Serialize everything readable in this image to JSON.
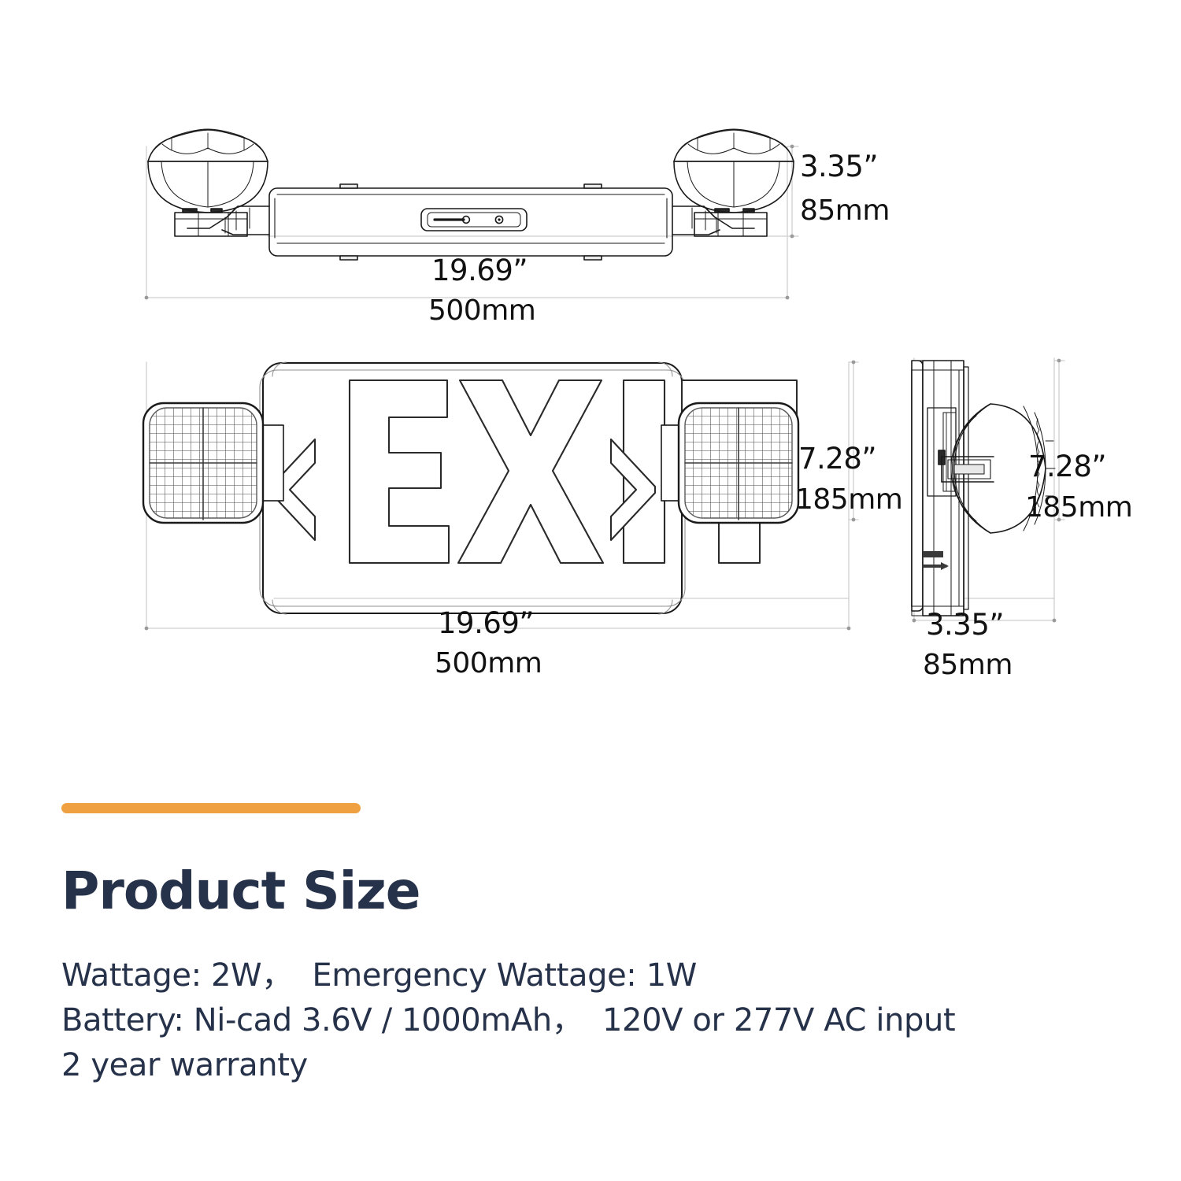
{
  "document": {
    "kind": "product-dimension-sheet",
    "product": "LED Exit Sign Combo Emergency Light"
  },
  "views": {
    "top": {
      "name": "top-view",
      "height_dim": {
        "inch": "3.35”",
        "mm": "85mm"
      },
      "width_dim": {
        "inch": "19.69”",
        "mm": "500mm"
      }
    },
    "front": {
      "name": "front-view",
      "sign_text": "EXIT",
      "left_arrow": "chevron-left",
      "right_arrow": "chevron-right",
      "height_dim": {
        "inch": "7.28”",
        "mm": "185mm"
      },
      "width_dim": {
        "inch": "19.69”",
        "mm": "500mm"
      }
    },
    "side": {
      "name": "side-view",
      "height_dim": {
        "inch": "7.28”",
        "mm": "185mm"
      },
      "depth_dim": {
        "inch": "3.35”",
        "mm": "85mm"
      }
    }
  },
  "info": {
    "title": "Product Size",
    "accent_color": "#efa040",
    "title_color": "#26314a",
    "specs": [
      "Wattage: 2W，  Emergency Wattage: 1W",
      "Battery: Ni-cad 3.6V / 1000mAh，  120V or 277V AC input",
      "2 year warranty"
    ]
  },
  "colors": {
    "background": "#ffffff",
    "line": "#1a1a1a",
    "dim_line": "#cfcfcf",
    "text": "#26314a"
  }
}
